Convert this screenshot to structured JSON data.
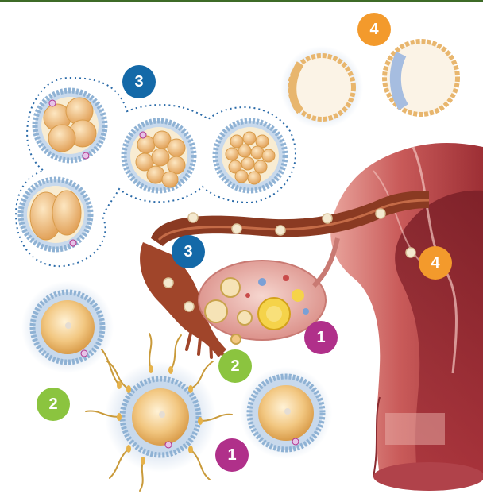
{
  "colors": {
    "top_bar": "#3e6b27",
    "stage1": "#b0308a",
    "stage2": "#8bc43f",
    "stage3": "#1469a8",
    "stage4": "#f39a2c",
    "zona_ring": "#8fb2d4",
    "cytoplasm": "#f2c781",
    "uterus_wall": "#c85c5c",
    "tube": "#8a3a22"
  },
  "badges": [
    {
      "label": "4",
      "stage": "stage4"
    },
    {
      "label": "3",
      "stage": "stage3"
    },
    {
      "label": "3",
      "stage": "stage3"
    },
    {
      "label": "4",
      "stage": "stage4"
    },
    {
      "label": "1",
      "stage": "stage1"
    },
    {
      "label": "2",
      "stage": "stage2"
    },
    {
      "label": "2",
      "stage": "stage2"
    },
    {
      "label": "1",
      "stage": "stage1"
    }
  ]
}
